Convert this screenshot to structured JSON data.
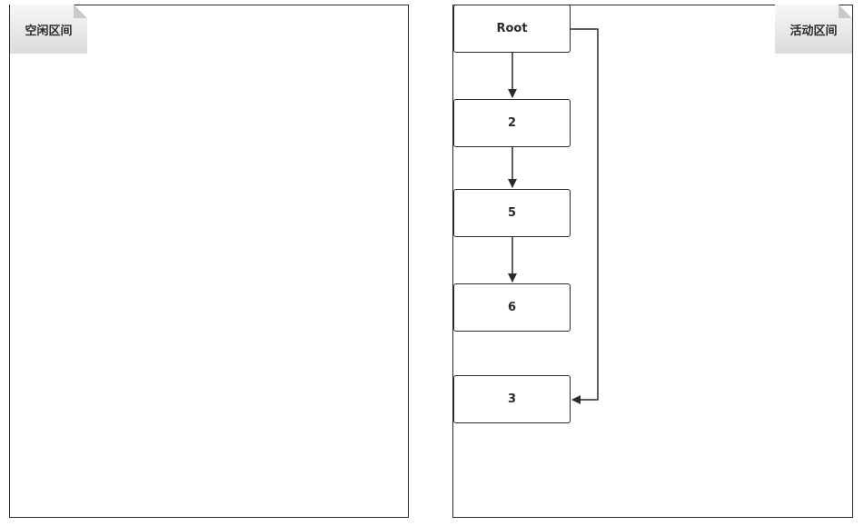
{
  "regions": {
    "free": {
      "label": "空闲区间"
    },
    "active": {
      "label": "活动区间"
    }
  },
  "nodes": {
    "root": "Root",
    "n2": "2",
    "n5": "5",
    "n6": "6",
    "n3": "3"
  },
  "edges": [
    {
      "from": "Root",
      "to": "2"
    },
    {
      "from": "2",
      "to": "5"
    },
    {
      "from": "5",
      "to": "6"
    },
    {
      "from": "Root",
      "to": "3"
    }
  ]
}
